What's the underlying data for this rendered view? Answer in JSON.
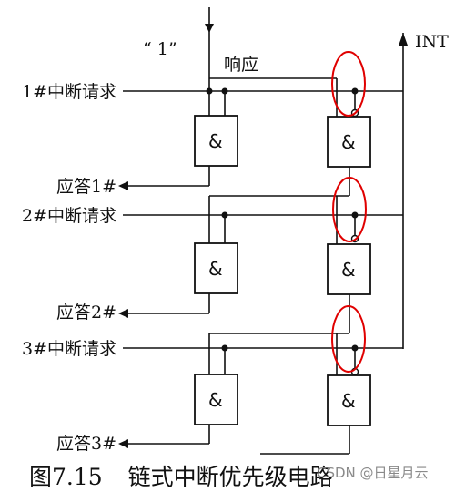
{
  "labels": {
    "one": "“ 1”",
    "respond": "响应",
    "int": "INT",
    "requests": [
      "1#中断请求",
      "2#中断请求",
      "3#中断请求"
    ],
    "answers": [
      "应答1#",
      "应答2#",
      "应答3#"
    ],
    "gate_symbol": "&"
  },
  "caption": {
    "figure_no": "图7.15",
    "title": "链式中断优先级电路"
  },
  "watermark": "CSDN @日星月云",
  "colors": {
    "line": "#111111",
    "highlight": "#e00000"
  }
}
